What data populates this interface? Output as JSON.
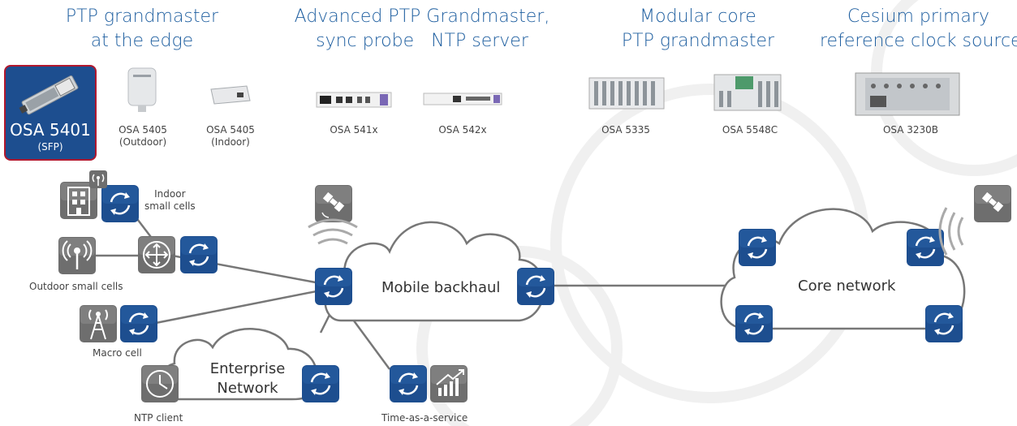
{
  "headers": {
    "edge": [
      "PTP grandmaster",
      "at the edge"
    ],
    "advanced": [
      "Advanced PTP Grandmaster,",
      "sync probe   NTP server"
    ],
    "modular": [
      "Modular core",
      "PTP grandmaster"
    ],
    "cesium": [
      "Cesium primary",
      "reference clock source"
    ]
  },
  "sfp": {
    "name": "OSA 5401",
    "sub": "(SFP)"
  },
  "products": {
    "osa5405_out": [
      "OSA 5405",
      "(Outdoor)"
    ],
    "osa5405_in": [
      "OSA 5405",
      "(Indoor)"
    ],
    "osa541x": "OSA 541x",
    "osa542x": "OSA 542x",
    "osa5335": "OSA 5335",
    "osa5548c": "OSA 5548C",
    "osa3230b": "OSA 3230B"
  },
  "network": {
    "indoor": [
      "Indoor",
      "small cells"
    ],
    "outdoor": "Outdoor small cells",
    "macro": "Macro cell",
    "ntp_client": "NTP client",
    "taas": "Time-as-a-service",
    "mobile_backhaul": "Mobile backhaul",
    "core_network": "Core network",
    "enterprise": [
      "Enterprise",
      "Network"
    ]
  },
  "colors": {
    "accent": "#1f5fa0",
    "sync_blue": "#1d4e8f",
    "gray_icon": "#6e6e6e",
    "sfp_border": "#b1182e"
  }
}
